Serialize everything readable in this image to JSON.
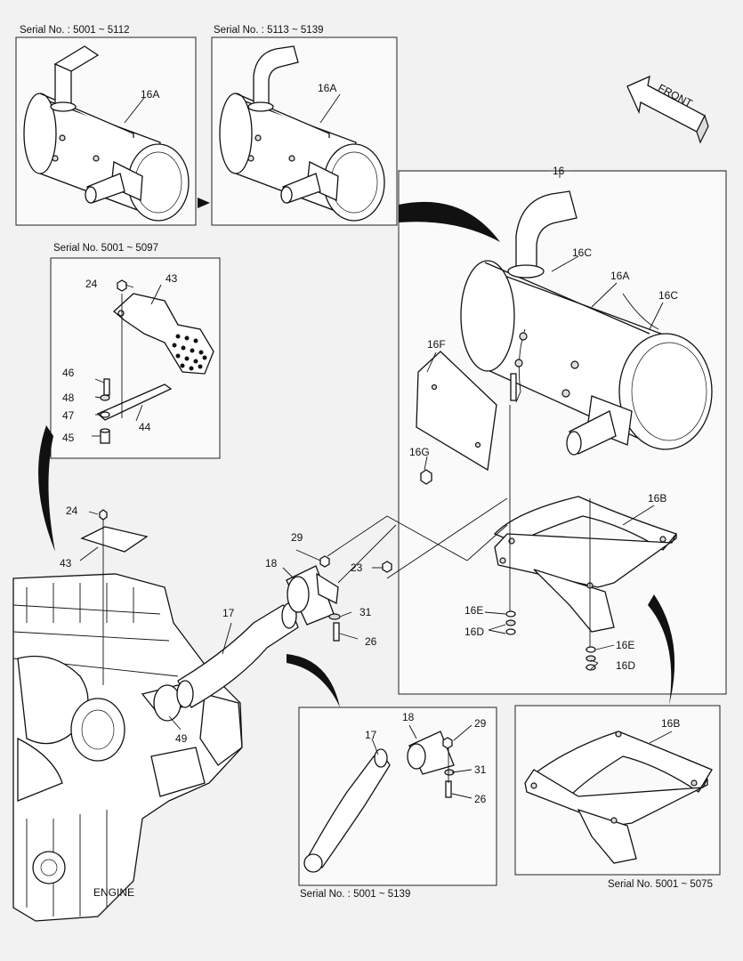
{
  "captions": {
    "serial_top_left": "Serial No. : 5001 ~ 5112",
    "serial_top_mid": "Serial No. : 5113 ~ 5139",
    "serial_bracket": "Serial No. 5001 ~ 5097",
    "serial_bottom_mid": "Serial No. : 5001 ~ 5139",
    "serial_bottom_right": "Serial No. 5001 ~ 5075",
    "front": "FRONT",
    "engine": "ENGINE"
  },
  "callouts": {
    "c16A_a": "16A",
    "c16A_b": "16A",
    "c16": "16",
    "c16C_a": "16C",
    "c16A_c": "16A",
    "c16C_b": "16C",
    "c16F": "16F",
    "c16G": "16G",
    "c16B_a": "16B",
    "c16E_a": "16E",
    "c16D_a": "16D",
    "c16E_b": "16E",
    "c16D_b": "16D",
    "c24_a": "24",
    "c43_a": "43",
    "c46": "46",
    "c48": "48",
    "c47": "47",
    "c44": "44",
    "c45": "45",
    "c24_b": "24",
    "c43_b": "43",
    "c29_a": "29",
    "c18_a": "18",
    "c23": "23",
    "c17_a": "17",
    "c31_a": "31",
    "c26_a": "26",
    "c49": "49",
    "c18_b": "18",
    "c29_b": "29",
    "c17_b": "17",
    "c31_b": "31",
    "c26_b": "26",
    "c16B_b": "16B"
  }
}
